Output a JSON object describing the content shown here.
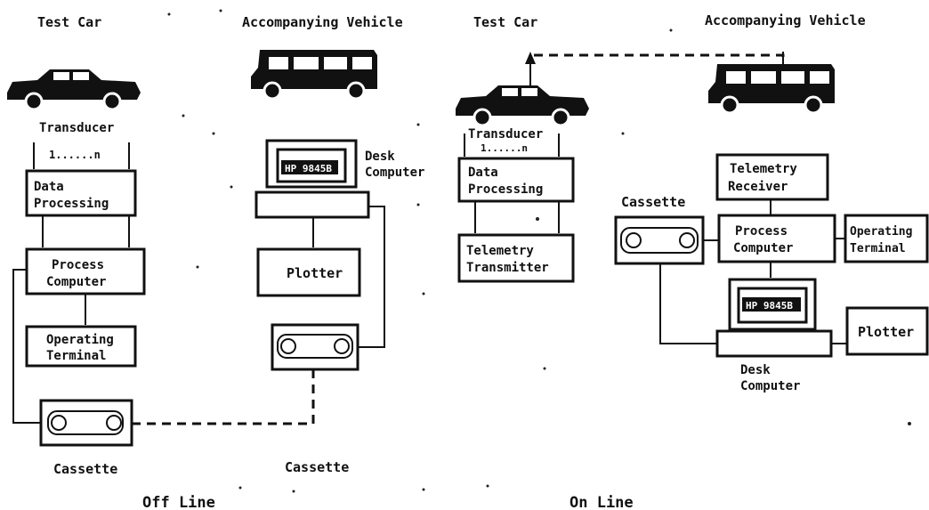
{
  "off_line": {
    "caption": "Off Line",
    "test_car_title": "Test Car",
    "vehicle_title": "Accompanying Vehicle",
    "transducer": "Transducer",
    "channels": "1......n",
    "data_processing": [
      "Data",
      "Processing"
    ],
    "process_computer": [
      "Process",
      "Computer"
    ],
    "operating_terminal": [
      "Operating",
      "Terminal"
    ],
    "cassette_left": "Cassette",
    "monitor": "HP 9845B",
    "desk_computer": [
      "Desk",
      "Computer"
    ],
    "plotter": "Plotter",
    "cassette_right": "Cassette"
  },
  "on_line": {
    "caption": "On Line",
    "test_car_title": "Test Car",
    "vehicle_title": "Accompanying Vehicle",
    "transducer": "Transducer",
    "channels": "1......n",
    "data_processing": [
      "Data",
      "Processing"
    ],
    "telemetry_transmitter": [
      "Telemetry",
      "Transmitter"
    ],
    "telemetry_receiver": [
      "Telemetry",
      "Receiver"
    ],
    "cassette": "Cassette",
    "process_computer": [
      "Process",
      "Computer"
    ],
    "operating_terminal": [
      "Operating",
      "Terminal"
    ],
    "monitor": "HP 9845B",
    "plotter": "Plotter",
    "desk_computer": [
      "Desk",
      "Computer"
    ]
  }
}
